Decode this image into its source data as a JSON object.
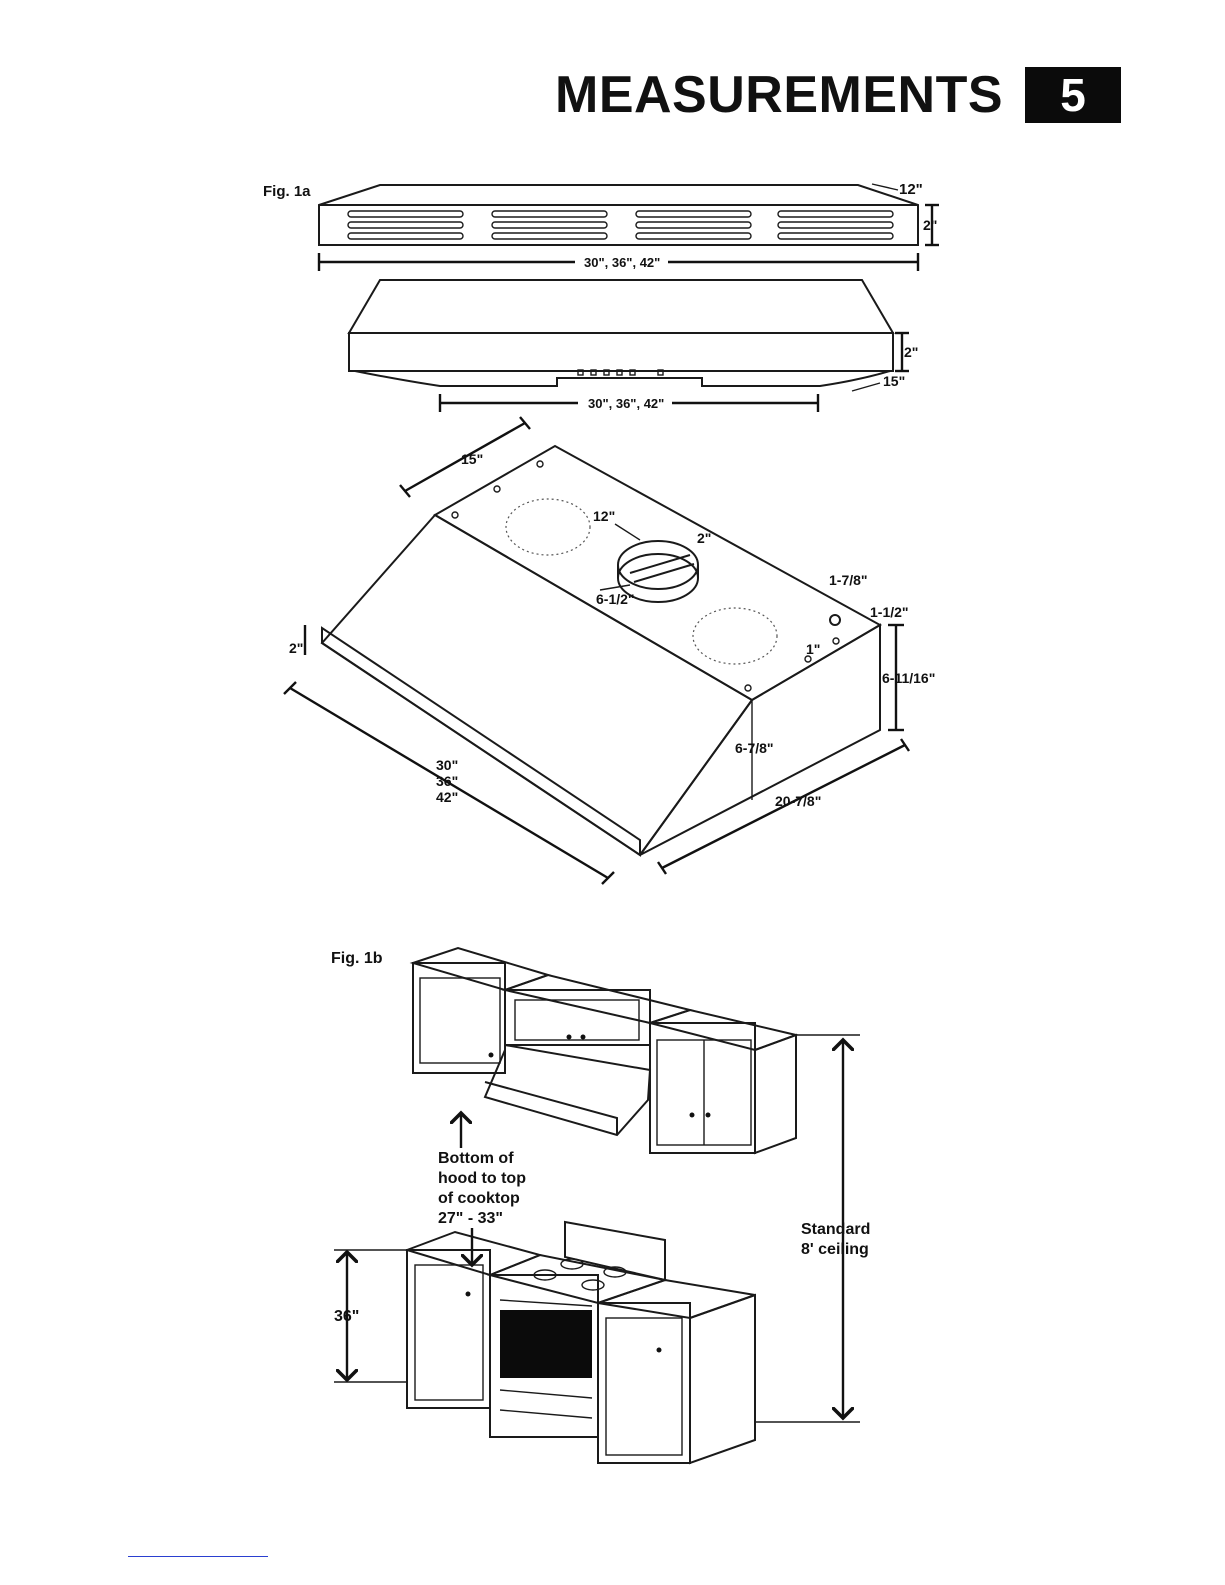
{
  "header": {
    "title": "MEASUREMENTS",
    "page_number": "5"
  },
  "fig1a": {
    "label": "Fig. 1a",
    "top_view": {
      "width": "30\", 36\", 42\"",
      "depth": "12\"",
      "height": "2\""
    },
    "front_view": {
      "width": "30\", 36\", 42\"",
      "height": "2\"",
      "depth": "15\""
    },
    "iso_view": {
      "depth_top": "15\"",
      "duct_offset": "12\"",
      "collar_height": "2\"",
      "duct_offset_side": "6-1/2\"",
      "hole_dia": "1-7/8\"",
      "hole_offset": "1-1/2\"",
      "slot_offset": "1\"",
      "back_height": "6-11/16\"",
      "front_height": "2\"",
      "side_height": "6-7/8\"",
      "width_values": [
        "30\"",
        "36\"",
        "42\""
      ],
      "bottom_depth": "20-7/8\""
    }
  },
  "fig1b": {
    "label": "Fig. 1b",
    "clearance_lines": [
      "Bottom of",
      "hood to top",
      "of cooktop",
      "27\" - 33\""
    ],
    "counter_height": "36\"",
    "ceiling_lines": [
      "Standard",
      "8' ceiling"
    ]
  }
}
